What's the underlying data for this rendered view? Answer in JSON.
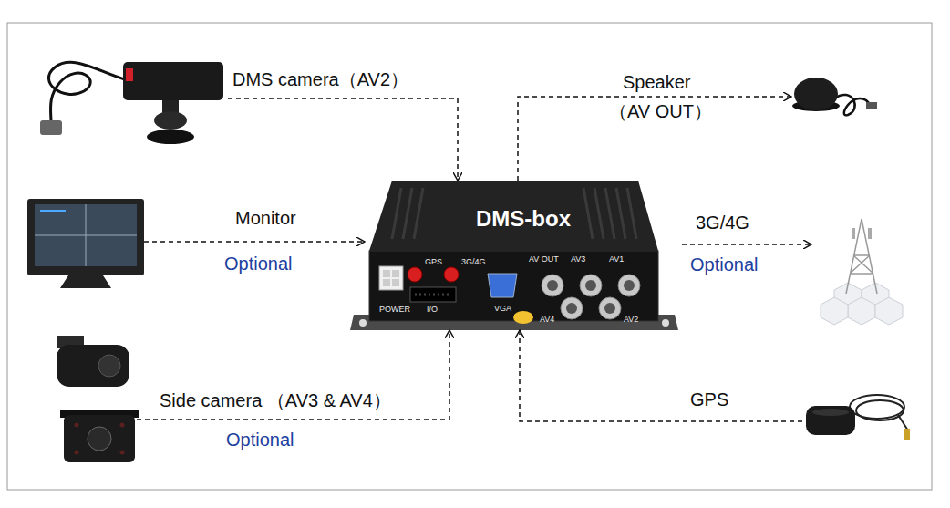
{
  "diagram": {
    "nodes": [
      {
        "text": [
          "DMS camera（AV2）"
        ]
      },
      {
        "text": [
          "Speaker",
          "（AV OUT）"
        ]
      },
      {
        "text": [
          "Monitor",
          "Optional"
        ]
      },
      {
        "text": [
          "DMS-box"
        ]
      },
      {
        "text": [
          "3G/4G",
          "Optional"
        ]
      },
      {
        "text": [
          "Side camera （AV3 & AV4）",
          "Optional"
        ]
      },
      {
        "text": [
          "GPS"
        ]
      }
    ],
    "edges": [
      {
        "from": 0,
        "to": 3,
        "arrow": "to"
      },
      {
        "from": 3,
        "to": 1,
        "arrow": "to"
      },
      {
        "from": 2,
        "to": 3,
        "arrow": "to"
      },
      {
        "from": 3,
        "to": 4,
        "arrow": "to"
      },
      {
        "from": 5,
        "to": 3,
        "arrow": "to"
      },
      {
        "from": 6,
        "to": 3,
        "arrow": "to"
      }
    ],
    "labels": [
      "GPS",
      "3G/4G",
      "AV OUT",
      "AV3",
      "AV1",
      "POWER",
      "I/O",
      "VGA",
      "AV4",
      "AV2"
    ]
  }
}
